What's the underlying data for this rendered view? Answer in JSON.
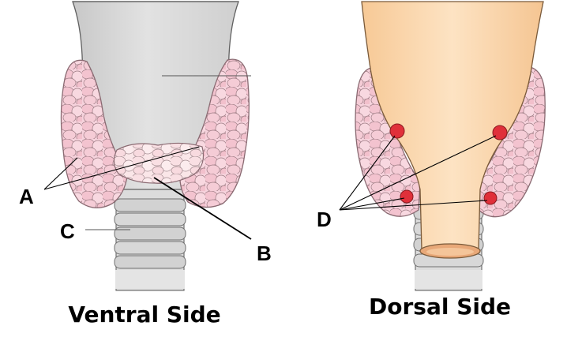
{
  "labels": {
    "a": "A",
    "b": "B",
    "c": "C",
    "d": "D"
  },
  "captions": {
    "ventral": "Ventral Side",
    "dorsal": "Dorsal Side"
  },
  "colors": {
    "lobe_fill": "#f6d2dc",
    "lobe_cell": "#f3c2cf",
    "lobe_stroke": "#8a6a72",
    "isthmus_fill": "#fae6e8",
    "larynx_fill": "#d4d4d4",
    "trachea_fill": "#dcdcdc",
    "esophagus_fill": "#fcd9b0",
    "parathyroid": "#e0303a"
  }
}
